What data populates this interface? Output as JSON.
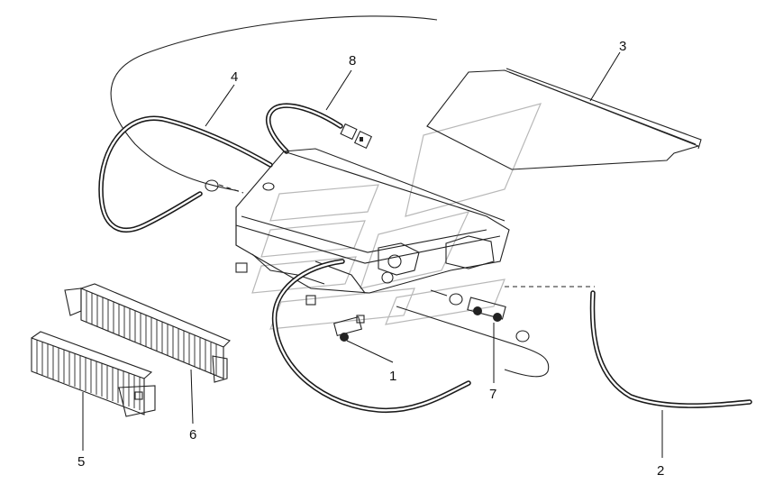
{
  "diagram": {
    "colors": {
      "line": "#111111",
      "watermark": "#b8b8b8",
      "background": "#ffffff"
    },
    "callouts": [
      {
        "id": "1",
        "label": "1",
        "part": "coolant-valve"
      },
      {
        "id": "2",
        "label": "2",
        "part": "hose-right"
      },
      {
        "id": "3",
        "label": "3",
        "part": "cover-plate"
      },
      {
        "id": "4",
        "label": "4",
        "part": "hose-left"
      },
      {
        "id": "5",
        "label": "5",
        "part": "heat-exchanger-small"
      },
      {
        "id": "6",
        "label": "6",
        "part": "heat-exchanger-large"
      },
      {
        "id": "7",
        "label": "7",
        "part": "fitting-assembly"
      },
      {
        "id": "8",
        "label": "8",
        "part": "wire-harness"
      }
    ]
  }
}
